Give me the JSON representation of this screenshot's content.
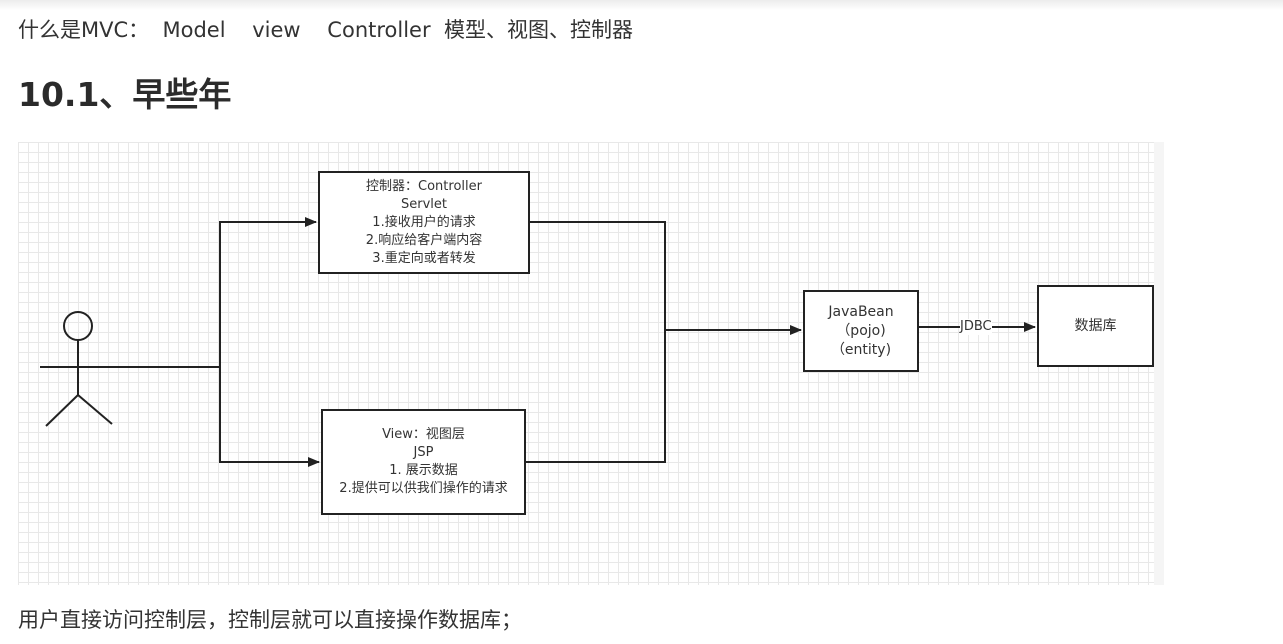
{
  "intro_line": "什么是MVC：  Model    view    Controller  模型、视图、控制器",
  "section_heading": "10.1、早些年",
  "diagram": {
    "controller_box": {
      "lines": [
        "控制器：Controller",
        "Servlet",
        "1.接收用户的请求",
        "2.响应给客户端内容",
        "3.重定向或者转发"
      ]
    },
    "view_box": {
      "lines": [
        "View：视图层",
        "JSP",
        "1. 展示数据",
        "2.提供可以供我们操作的请求"
      ]
    },
    "bean_box": {
      "lines": [
        "JavaBean",
        "（pojo)",
        "（entity)"
      ]
    },
    "db_box": {
      "label": "数据库"
    },
    "jdbc_label": "JDBC",
    "actor_icon": "stick-figure-user-icon"
  },
  "outro_line": "用户直接访问控制层，控制层就可以直接操作数据库；",
  "colors": {
    "text": "#333333",
    "heading": "#2b2b2b",
    "grid_line": "#e8e8e8",
    "stroke": "#222222"
  }
}
